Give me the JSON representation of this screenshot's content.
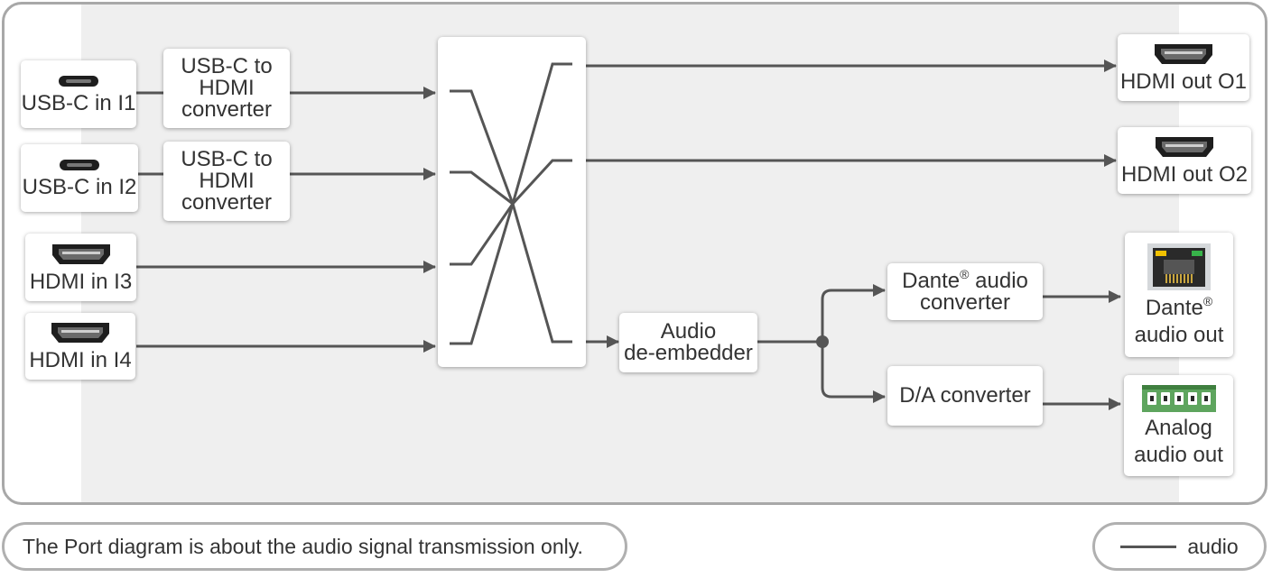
{
  "inputs": {
    "usbc1": "USB-C in I1",
    "usbc2": "USB-C in I2",
    "hdmi3": "HDMI in I3",
    "hdmi4": "HDMI in I4"
  },
  "converters": {
    "usbc_hdmi_1": [
      "USB-C to",
      "HDMI",
      "converter"
    ],
    "usbc_hdmi_2": [
      "USB-C to",
      "HDMI",
      "converter"
    ]
  },
  "outputs": {
    "hdmi_o1": "HDMI out O1",
    "hdmi_o2": "HDMI out O2",
    "dante_out": [
      "Dante",
      "audio out"
    ],
    "analog_out": [
      "Analog",
      "audio out"
    ]
  },
  "processing": {
    "de_embedder": [
      "Audio",
      "de-embedder"
    ],
    "dante_converter": [
      "Dante",
      " audio",
      "converter"
    ],
    "da_converter": "D/A converter"
  },
  "registered_mark": "®",
  "footer": {
    "note": "The Port diagram is about the audio signal transmission only.",
    "legend_label": "audio"
  },
  "colors": {
    "wire": "#555555",
    "frame": "#a8a8a8",
    "panel": "#efefef",
    "terminal_green": "#5ea55e",
    "led_yellow": "#f2c100",
    "led_green": "#37b34a"
  },
  "icons": [
    "usb-c-port-icon",
    "hdmi-port-icon",
    "rj45-port-icon",
    "terminal-block-icon",
    "arrow-icon",
    "junction-dot-icon"
  ]
}
